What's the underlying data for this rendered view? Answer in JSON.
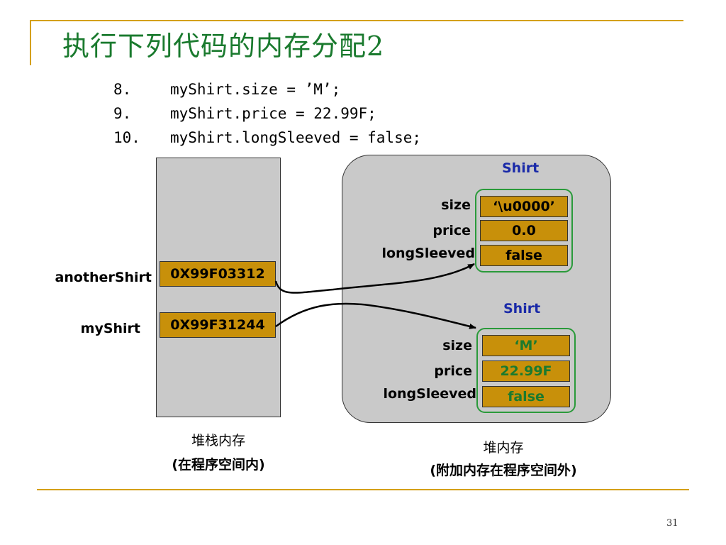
{
  "title": "执行下列代码的内存分配2",
  "code_lines": [
    {
      "num": "8.",
      "text": "myShirt.size = ’M’;"
    },
    {
      "num": "9.",
      "text": "myShirt.price = 22.99F;"
    },
    {
      "num": "10.",
      "text": "myShirt.longSleeved = false;"
    }
  ],
  "stack": {
    "vars": [
      {
        "name": "anotherShirt",
        "address": "0X99F03312"
      },
      {
        "name": "myShirt",
        "address": "0X99F31244"
      }
    ],
    "caption_line1": "堆栈内存",
    "caption_line2": "(在程序空间内)"
  },
  "heap": {
    "objects": [
      {
        "class_name": "Shirt",
        "fields": [
          {
            "name": "size",
            "value": "‘\\u0000’",
            "color": "#000000"
          },
          {
            "name": "price",
            "value": "0.0",
            "color": "#000000"
          },
          {
            "name": "longSleeved",
            "value": "false",
            "color": "#000000"
          }
        ]
      },
      {
        "class_name": "Shirt",
        "fields": [
          {
            "name": "size",
            "value": "‘M’",
            "color": "#1a7a2e"
          },
          {
            "name": "price",
            "value": "22.99F",
            "color": "#1a7a2e"
          },
          {
            "name": "longSleeved",
            "value": "false",
            "color": "#1a7a2e"
          }
        ]
      }
    ],
    "caption_line1": "堆内存",
    "caption_line2": "(附加内存在程序空间外)"
  },
  "page_number": "31",
  "colors": {
    "title": "#1a7a2e",
    "accent_line": "#d4a017",
    "memory_bg": "#c9c9c9",
    "cell_fill": "#c8900a",
    "object_border": "#2a9a3a",
    "class_name": "#1a2aa8"
  }
}
